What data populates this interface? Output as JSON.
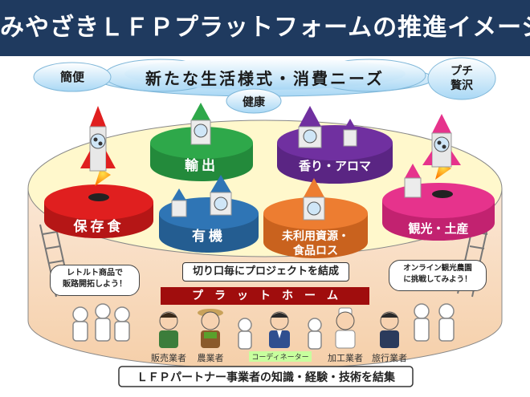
{
  "title": "みやざきＬＦＰプラットフォームの推進イメージ",
  "clouds": {
    "left": "簡便",
    "center": "新たな生活様式・消費ニーズ",
    "health": "健康",
    "right_line1": "プチ",
    "right_line2": "贅沢"
  },
  "projects": {
    "hozonshoku": "保存食",
    "yushutsu": "輸出",
    "yuki": "有機",
    "aroma": "香り・アロマ",
    "miriyou_line1": "未利用資源・",
    "miriyou_line2": "食品ロス",
    "kanko": "観光・土産"
  },
  "project_box": "切り口毎にプロジェクトを結成",
  "platform_banner": "プ　ラ　ッ　ト　ホ　ー　ム",
  "callouts": {
    "left_line1": "レトルト商品で",
    "left_line2": "販路開拓しよう！",
    "right_line1": "オンライン観光農園",
    "right_line2": "に挑戦してみよう！"
  },
  "people": {
    "retail": "販売業者",
    "farmer": "農業者",
    "coordinator": "コーディネーター",
    "processor": "加工業者",
    "travel": "旅行業者"
  },
  "footer": "ＬＦＰパートナー事業者の知識・経験・技術を結集",
  "colors": {
    "header_bg": "#1f3a5f",
    "hozonshoku": "#e01f1f",
    "yushutsu": "#2ea84a",
    "yuki": "#2f75b5",
    "aroma": "#7030a0",
    "miriyou": "#ed7d31",
    "kanko": "#e6338c",
    "platform_banner": "#a00d0d"
  }
}
